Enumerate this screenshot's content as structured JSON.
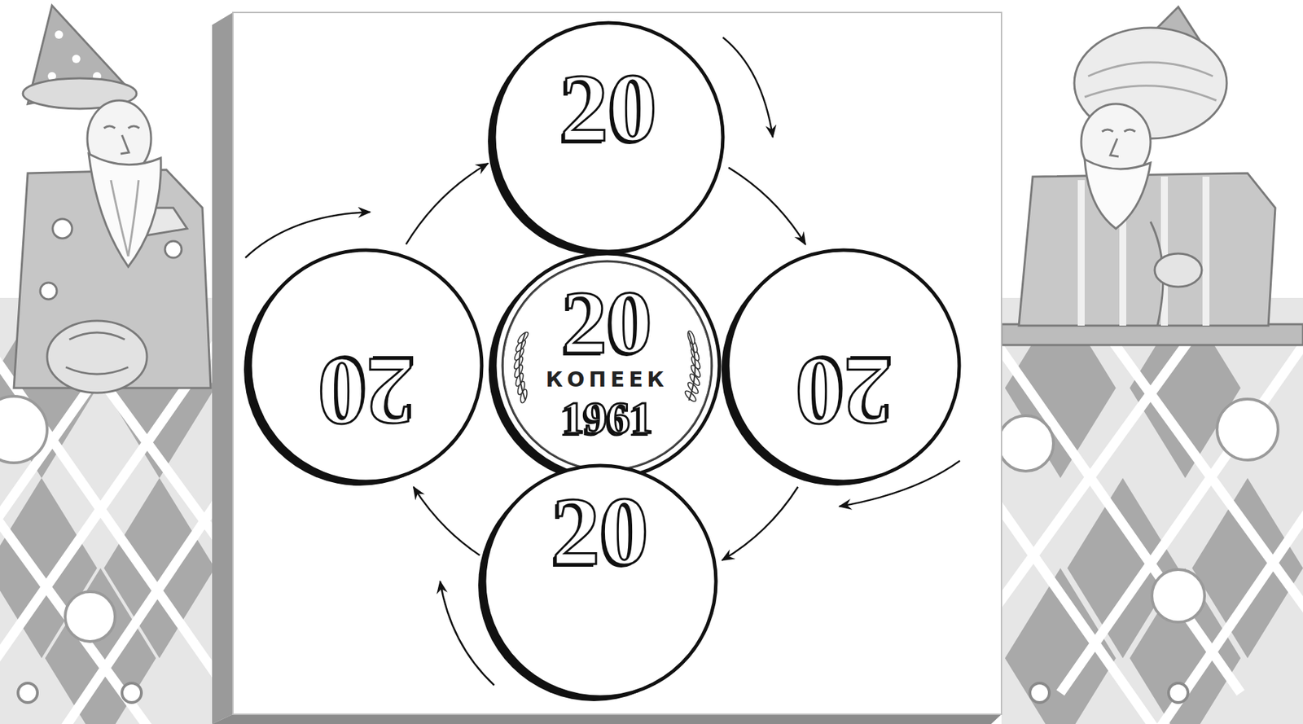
{
  "diagram": {
    "nodes": [
      {
        "text": [
          "20"
        ]
      },
      {
        "text": [
          "20"
        ]
      },
      {
        "text": [
          "20",
          "КОПЕЕК",
          "1961"
        ]
      },
      {
        "text": [
          "20"
        ]
      },
      {
        "text": [
          "20"
        ]
      }
    ],
    "edges": [
      {
        "from": 0,
        "to": 3,
        "arrow": "to"
      },
      {
        "from": 3,
        "to": 4,
        "arrow": "to"
      },
      {
        "from": 4,
        "to": 1,
        "arrow": "to"
      },
      {
        "from": 1,
        "to": 0,
        "arrow": "to"
      }
    ]
  }
}
